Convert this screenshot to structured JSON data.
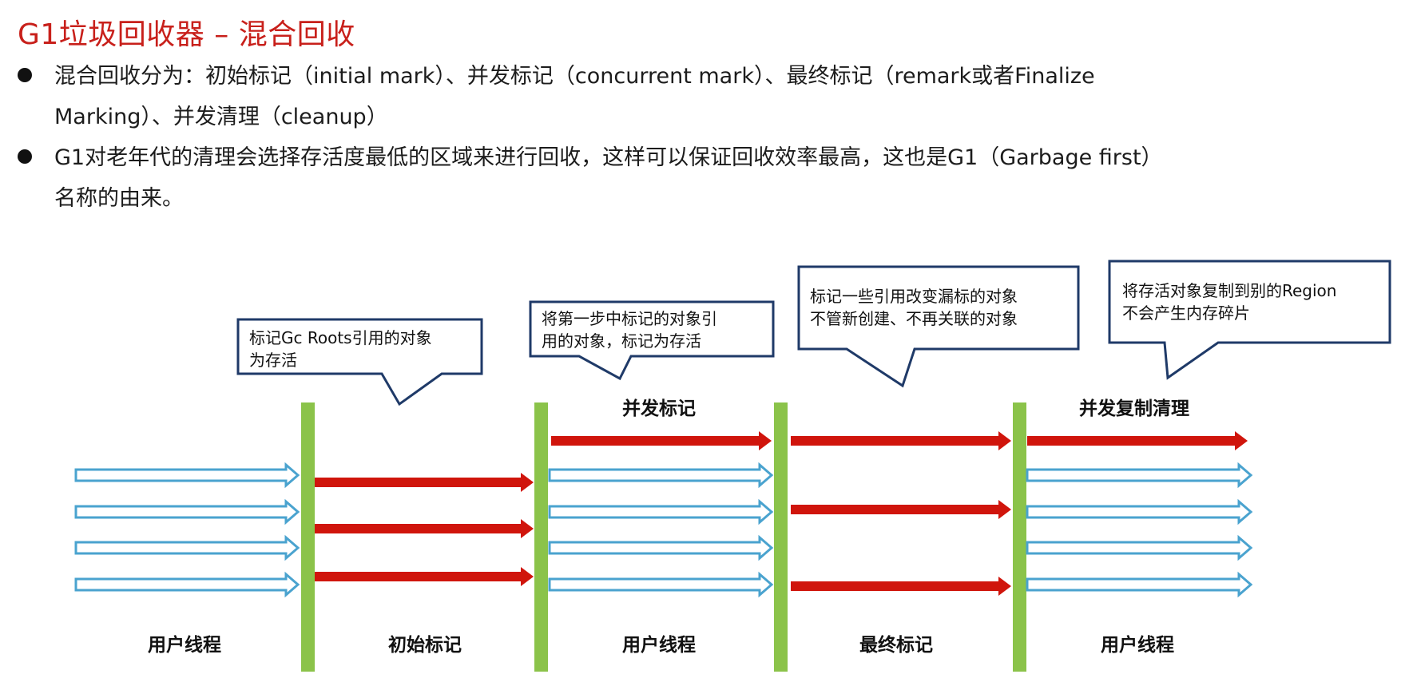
{
  "title": "G1垃圾回收器 – 混合回收",
  "bullets": [
    "混合回收分为：初始标记（initial mark）、并发标记（concurrent mark）、最终标记（remark或者Finalize Marking）、并发清理（cleanup）",
    "G1对老年代的清理会选择存活度最低的区域来进行回收，这样可以保证回收效率最高，这也是G1（Garbage first）名称的由来。"
  ],
  "phases": [
    {
      "label": "用户线程"
    },
    {
      "label": "初始标记"
    },
    {
      "label": "用户线程"
    },
    {
      "label": "最终标记"
    },
    {
      "label": "用户线程"
    }
  ],
  "top_labels": {
    "concurrent_mark": "并发标记",
    "concurrent_copy_cleanup": "并发复制清理"
  },
  "callouts": {
    "initial": [
      "标记Gc Roots引用的对象",
      "为存活"
    ],
    "concurrent": [
      "将第一步中标记的对象引",
      "用的对象，标记为存活"
    ],
    "remark": [
      "标记一些引用改变漏标的对象",
      "不管新创建、不再关联的对象"
    ],
    "cleanup": [
      "将存活对象复制到别的Region",
      "不会产生内存碎片"
    ]
  },
  "colors": {
    "title": "#c8201b",
    "gc_thread_arrow": "#d0150c",
    "user_thread_arrow": "#4aa3cf",
    "barrier": "#8bc34a",
    "callout_border": "#1f3a68"
  }
}
